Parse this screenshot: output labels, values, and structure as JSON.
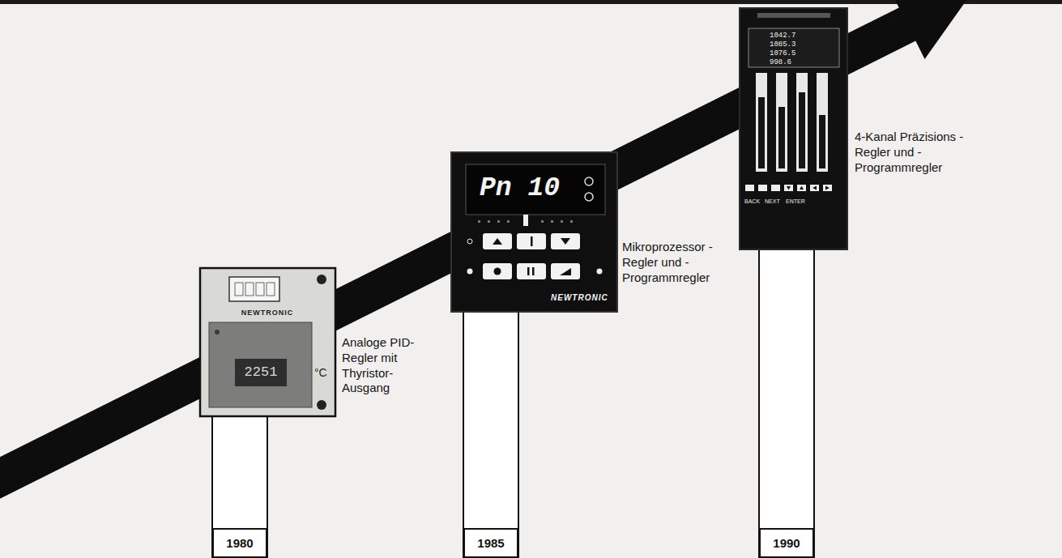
{
  "diagram": {
    "nodes": [
      {
        "text": [
          "1980"
        ]
      },
      {
        "text": [
          "1985"
        ]
      },
      {
        "text": [
          "1990"
        ]
      }
    ],
    "labels": [
      "Analoge PID-Regler mit Thyristor-Ausgang",
      "Mikroprozessor -Regler und -Programmregler",
      "4-Kanal Präzisions -Regler und -Programmregler",
      "NEWTRONIC",
      "2251",
      "°C",
      "Pn 10",
      "NEWTRONIC",
      "1042.7",
      "1085.3",
      "1076.5",
      "998.6",
      "BACK",
      "NEXT",
      "ENTER"
    ]
  }
}
